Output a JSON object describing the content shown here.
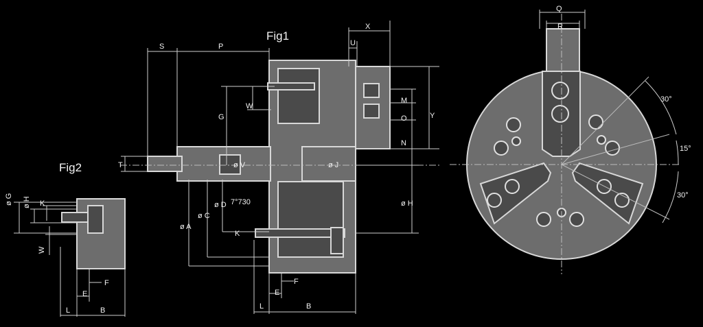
{
  "fig1": {
    "title": "Fig1",
    "labels": {
      "S": "S",
      "P": "P",
      "X": "X",
      "U": "U",
      "G": "G",
      "W": "W",
      "T": "T",
      "V": "ø V",
      "J": "ø J",
      "M": "M",
      "O": "O",
      "N": "N",
      "Y": "Y",
      "H": "ø H",
      "A": "ø A",
      "C": "ø C",
      "D": "ø D",
      "taper": "7°730",
      "K": "K",
      "E": "E",
      "F": "F",
      "L": "L",
      "B": "B"
    }
  },
  "fig2": {
    "title": "Fig2",
    "labels": {
      "G": "ø G",
      "H": "ø H",
      "K": "K",
      "W": "W",
      "F": "F",
      "E": "E",
      "L": "L",
      "B": "B"
    }
  },
  "front_view": {
    "labels": {
      "Q": "Q",
      "R": "R"
    },
    "angles": {
      "top": "30°",
      "middle": "15°",
      "bottom": "30°"
    }
  }
}
